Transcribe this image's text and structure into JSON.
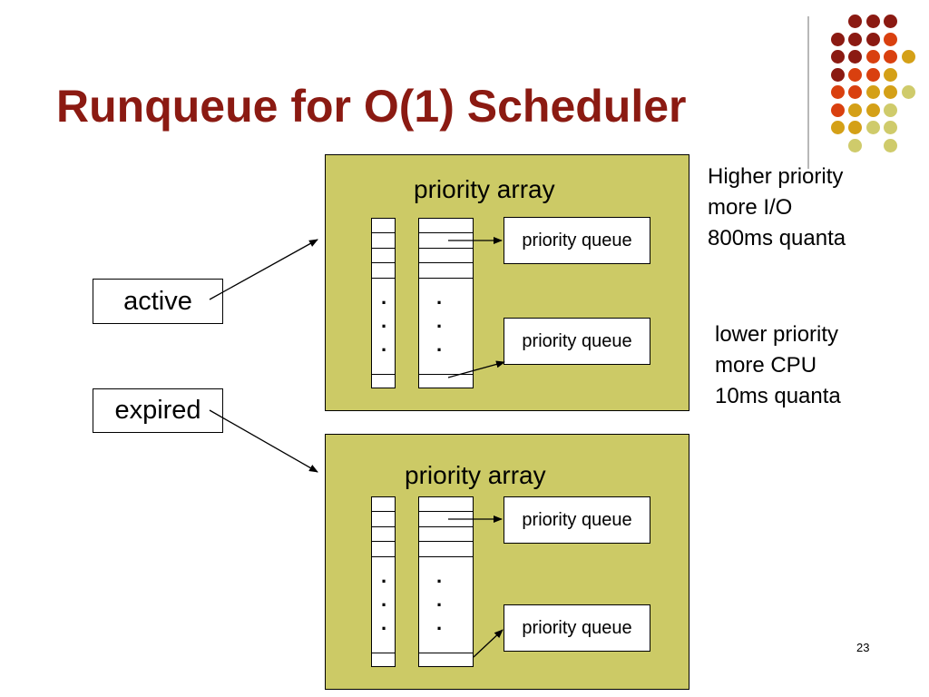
{
  "slide": {
    "title": "Runqueue for O(1) Scheduler",
    "page_number": "23"
  },
  "pointers": {
    "active_label": "active",
    "expired_label": "expired"
  },
  "arrays": [
    {
      "title": "priority array",
      "queues": [
        "priority queue",
        "priority queue"
      ],
      "ellipsis": ".",
      "highlight": "upper"
    },
    {
      "title": "priority array",
      "queues": [
        "priority queue",
        "priority queue"
      ],
      "ellipsis": ".",
      "highlight": "lower"
    }
  ],
  "notes": {
    "higher": [
      "Higher priority",
      "more I/O",
      "800ms quanta"
    ],
    "lower": [
      "lower priority",
      "more CPU",
      "10ms quanta"
    ]
  },
  "colors": {
    "title": "#8B1A12",
    "panel": "#CCCA66",
    "dot_dark_red": "#8B1A12",
    "dot_orange_red": "#D9400F",
    "dot_gold": "#D4A017",
    "dot_khaki": "#CFCB6B"
  }
}
